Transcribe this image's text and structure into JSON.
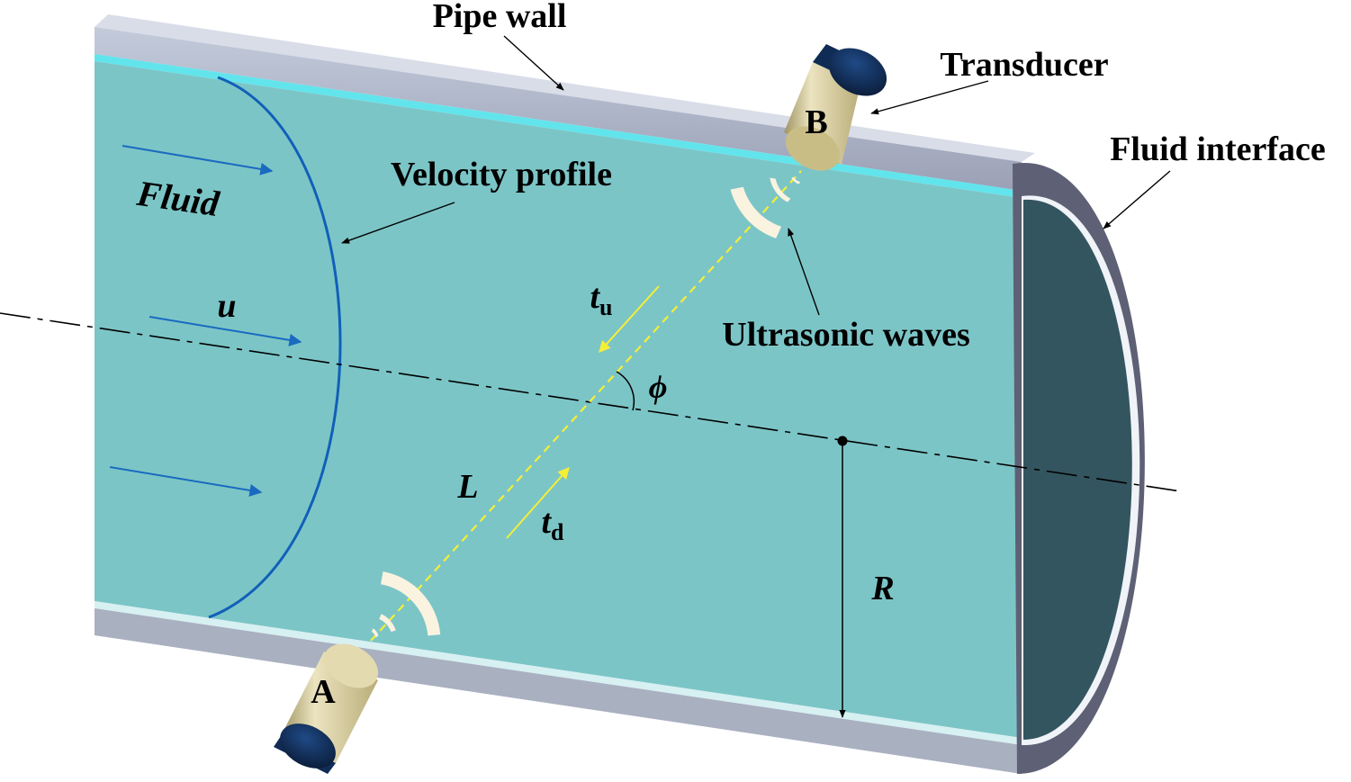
{
  "labels": {
    "pipe_wall": "Pipe wall",
    "transducer": "Transducer",
    "fluid_interface": "Fluid interface",
    "velocity_profile": "Velocity profile",
    "fluid": "Fluid",
    "velocity_symbol": "u",
    "ultrasonic_waves": "Ultrasonic waves",
    "upstream_time_symbol": "t",
    "upstream_time_subscript": "u",
    "downstream_time_symbol": "t",
    "downstream_time_subscript": "d",
    "angle_symbol": "ϕ",
    "path_length_symbol": "L",
    "radius_symbol": "R",
    "transducer_a": "A",
    "transducer_b": "B"
  },
  "colors": {
    "fluid": "#7cc5c7",
    "fluid_end_face": "#33555f",
    "pipe_wall_top": "#a6aabd",
    "pipe_wall_edge": "#c5d8e4",
    "pipe_wall_rim": "#5e6075",
    "inner_highlight": "#62e4ec",
    "velocity_profile": "#1060b8",
    "flow_arrow": "#1a6ac0",
    "ultrasonic_path": "#f4ef36",
    "wave_arcs": "#faf3e0",
    "transducer_body": "#d2c898",
    "transducer_cap": "#14315e"
  }
}
